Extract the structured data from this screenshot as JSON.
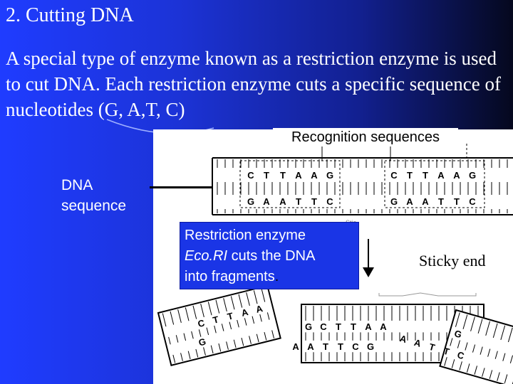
{
  "slide": {
    "title": "2.  Cutting DNA",
    "paragraph": "A special type of enzyme known as a restriction enzyme is used to cut DNA.   Each restriction enzyme cuts a specific sequence of nucleotides (G, A,T, C)"
  },
  "figure": {
    "recognition_label": "Recognition sequences",
    "dna_label_line1": "DNA",
    "dna_label_line2": "sequence",
    "enzyme_text_1": "Restriction enzyme",
    "enzyme_name": "Eco.RI",
    "enzyme_text_2": " cuts the DNA",
    "enzyme_text_3": "into fragments",
    "enzyme_period": ".",
    "sticky_label": "Sticky end",
    "stub_text": "Stic",
    "top_strand": [
      "C",
      "T",
      "T",
      "A",
      "A",
      "G",
      "C",
      "T",
      "T",
      "A",
      "A",
      "G"
    ],
    "bottom_strand": [
      "G",
      "A",
      "A",
      "T",
      "T",
      "C",
      "G",
      "A",
      "A",
      "T",
      "T",
      "C"
    ],
    "fragment_left_top": [
      "C",
      "T",
      "T",
      "A",
      "A"
    ],
    "fragment_left_bottom": [
      "G"
    ],
    "fragment_mid_top": [
      "G",
      "C",
      "T",
      "T",
      "A",
      "A"
    ],
    "fragment_mid_bottom": [
      "A",
      "A",
      "T",
      "T",
      "C",
      "G"
    ],
    "fragment_right_top": [
      "G"
    ],
    "fragment_right_bottom": [
      "A",
      "A",
      "T",
      "T",
      "C"
    ]
  },
  "colors": {
    "background": "#1f3cff",
    "text": "#ffffff",
    "figure_bg": "#ffffff"
  }
}
